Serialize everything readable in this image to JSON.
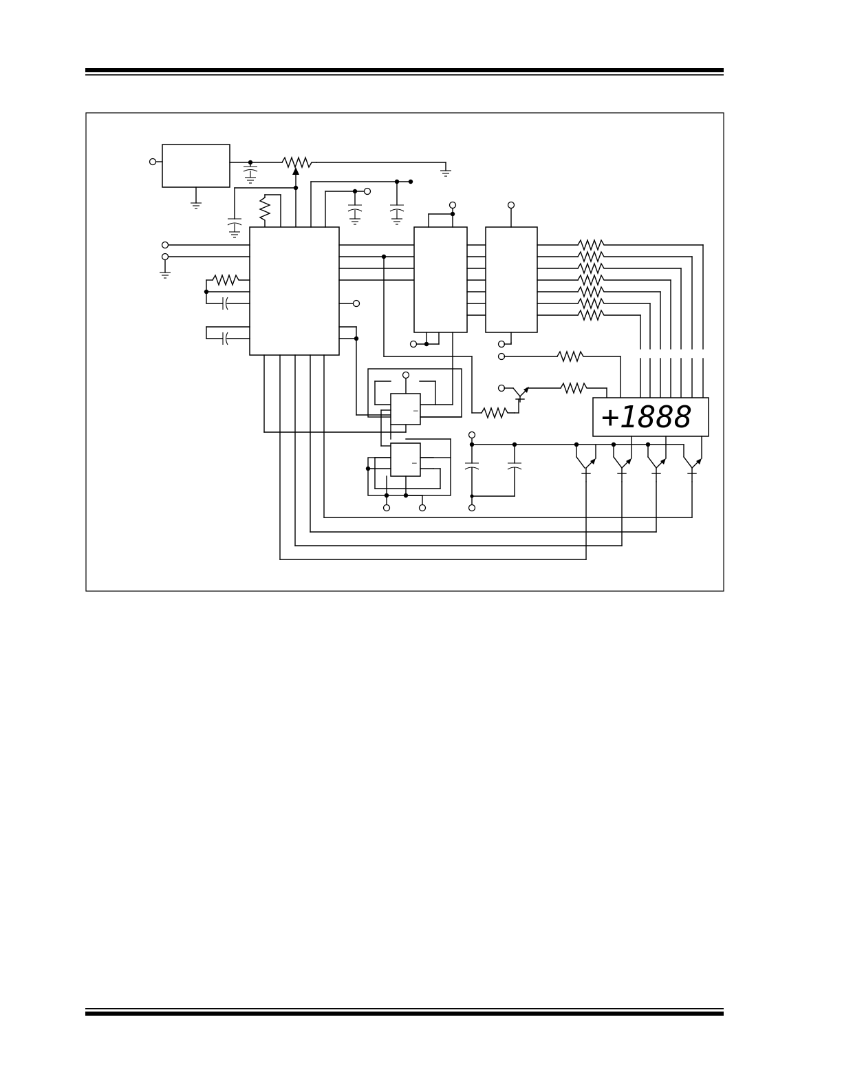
{
  "page": {
    "header_rule": "double-rule",
    "footer_rule": "double-rule"
  },
  "figure": {
    "display_text": "+1888",
    "ic_divider_mark": "–"
  },
  "colors": {
    "ink": "#000000",
    "paper": "#ffffff"
  }
}
